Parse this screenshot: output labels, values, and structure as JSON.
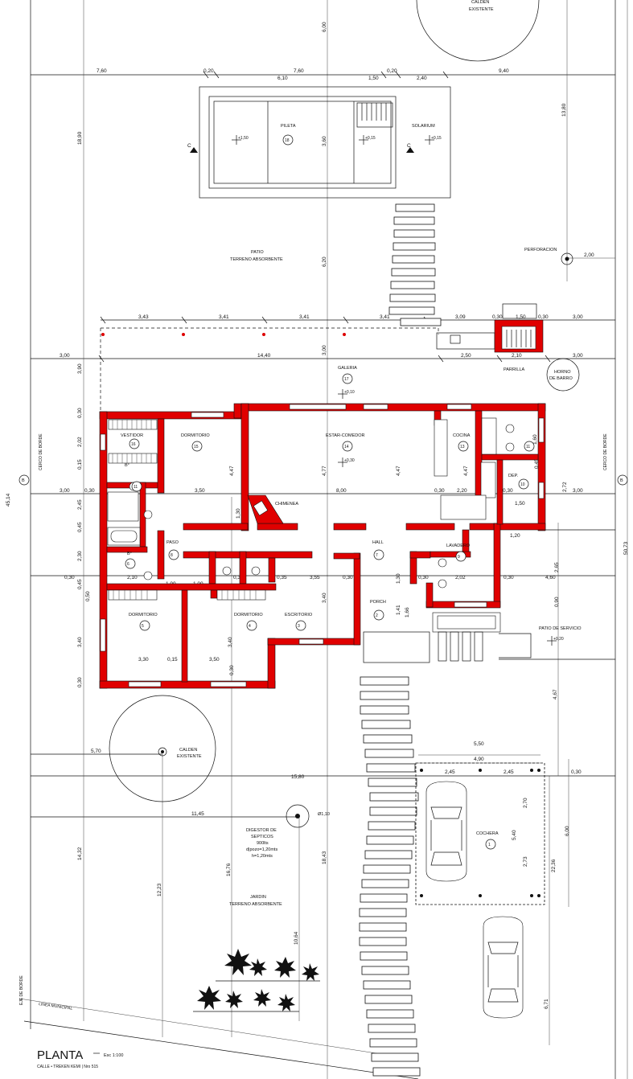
{
  "title": "PLANTA",
  "scale": "Esc 1:100",
  "subtitle": "CALLE • TREKEN KEMI | Nro 515",
  "rooms": [
    {
      "id": "cochera",
      "name": "COCHERA",
      "num": "1"
    },
    {
      "id": "porch",
      "name": "PORCH",
      "num": "2"
    },
    {
      "id": "escritorio",
      "name": "ESCRITORIO",
      "num": "3"
    },
    {
      "id": "dormitorio4",
      "name": "DORMITORIO",
      "num": "4"
    },
    {
      "id": "dormitorio5",
      "name": "DORMITORIO",
      "num": "5"
    },
    {
      "id": "bano6",
      "name": "B°",
      "num": "6"
    },
    {
      "id": "hall",
      "name": "HALL",
      "num": "7"
    },
    {
      "id": "paso",
      "name": "PASO",
      "num": "8"
    },
    {
      "id": "lavadero",
      "name": "LAVADERO",
      "num": "9"
    },
    {
      "id": "dep",
      "name": "DEP.",
      "num": "10"
    },
    {
      "id": "bano11",
      "name": "B°",
      "num": "11"
    },
    {
      "id": "cocina",
      "name": "COCINA",
      "num": "13"
    },
    {
      "id": "estar",
      "name": "ESTAR-COMEDOR",
      "num": "14"
    },
    {
      "id": "dormitorio15",
      "name": "DORMITORIO",
      "num": "15"
    },
    {
      "id": "vestidor",
      "name": "VESTIDOR",
      "num": "16"
    },
    {
      "id": "galeria",
      "name": "GALERIA",
      "num": "17"
    },
    {
      "id": "pileta",
      "name": "PILETA",
      "num": "18"
    }
  ],
  "labels": {
    "calden_top": "CALDEN",
    "calden_top2": "EXISTENTE",
    "calden_mid": "CALDEN",
    "calden_mid2": "EXISTENTE",
    "solarium": "SOLARIUM",
    "patio": "PATIO",
    "patio2": "TERRENO ABSORBENTE",
    "perforacion": "PERFORACION",
    "parrilla": "PARRILLA",
    "horno": "HORNO",
    "horno2": "DE BARRO",
    "chimenea": "CHIMENEA",
    "patio_servicio": "PATIO DE SERVICIO",
    "digestor1": "DIGESTOR DE",
    "digestor2": "SEPTICOS",
    "digestor3": "900lts",
    "digestor4": "d|pozo=1,20mts",
    "digestor5": "h=1,20mts",
    "jardin": "JARDIN",
    "jardin2": "TERRENO ABSORBENTE",
    "cerco_left": "CERCO DE BORDE",
    "cerco_right": "CERCO DE BORDE",
    "linea_municipal": "LINEA MUNICIPAL",
    "eje": "EJE DE BORDE",
    "diametro": "Ø1,10",
    "corte_b": "B",
    "corte_c": "C"
  },
  "levels": {
    "pileta_a": "+1,50",
    "pileta_b": "+0,15",
    "solarium": "+0,15",
    "galeria": "+0,10",
    "estar": "+0,30",
    "servicio": "+0,20"
  },
  "dims": {
    "top_row": [
      "7,60",
      "0,20",
      "6,10",
      "7,60",
      "1,50",
      "0,20",
      "2,40",
      "9,40"
    ],
    "gal_row": [
      "3,43",
      "3,41",
      "3,41",
      "3,41",
      "3,09",
      "0,30",
      "1,50",
      "0,30",
      "3,00"
    ],
    "house_row": [
      "3,00",
      "14,40",
      "2,50",
      "2,10",
      "3,00"
    ],
    "mid_row": [
      "3,00",
      "0,30",
      "3,50",
      "8,00",
      "0,30",
      "2,20",
      "0,30",
      "1,50",
      "3,00"
    ],
    "lower_row": [
      "0,30",
      "2,10",
      "1,00",
      "1,00",
      "0,30",
      "0,35",
      "3,55",
      "0,30",
      "0,30",
      "2,02",
      "0,30",
      "4,60"
    ],
    "dorm_row": [
      "3,30",
      "0,15",
      "3,50"
    ],
    "vert_left": [
      "18,90",
      "3,90",
      "0,30",
      "2,02",
      "0,15",
      "2,45",
      "0,45",
      "2,30",
      "0,45",
      "0,50",
      "3,40",
      "0,30",
      "14,32"
    ],
    "vert_house": [
      "6,00",
      "13,80",
      "3,60",
      "6,20",
      "3,00",
      "4,47",
      "4,77",
      "4,47",
      "1,30",
      "3,40",
      "0,30"
    ],
    "cochera_w": [
      "5,50",
      "4,90",
      "2,45",
      "2,45"
    ],
    "cochera_v": [
      "2,70",
      "5,40",
      "2,73",
      "6,00",
      "22,36"
    ],
    "misc": [
      "11,45",
      "5,70",
      "15,80",
      "0,30",
      "16,76",
      "12,23",
      "18,43",
      "10,64",
      "6,71",
      "4,67",
      "45,14",
      "50,73",
      "2,00",
      "1,60",
      "2,72",
      "0,45",
      "1,20",
      "2,65",
      "0,90",
      "1,41",
      "1,30",
      "1,66"
    ]
  }
}
